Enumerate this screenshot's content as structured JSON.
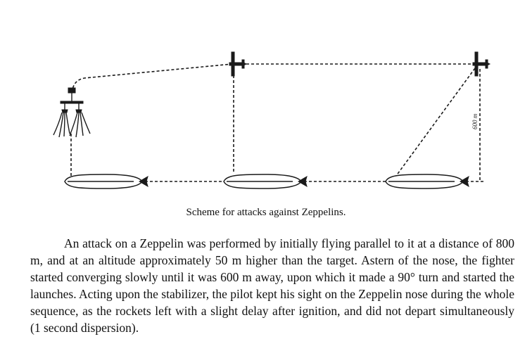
{
  "figure": {
    "distance_label": "600 m"
  },
  "caption": "Scheme for attacks against Zeppelins.",
  "paragraph": "An attack on a Zeppelin was performed by initially flying parallel to it at a distance of 800 m, and at an altitude approximately 50 m higher than the tar­get. Astern of the nose, the fighter started converging slowly until it was 600 m away, upon which it made a 90° turn and started the launches. Acting upon the stabilizer, the pilot kept his sight on the Zeppelin nose during the whole se­quence, as the rockets left with a slight delay after ignition, and did not depart simultaneously (1 second dispersion)."
}
